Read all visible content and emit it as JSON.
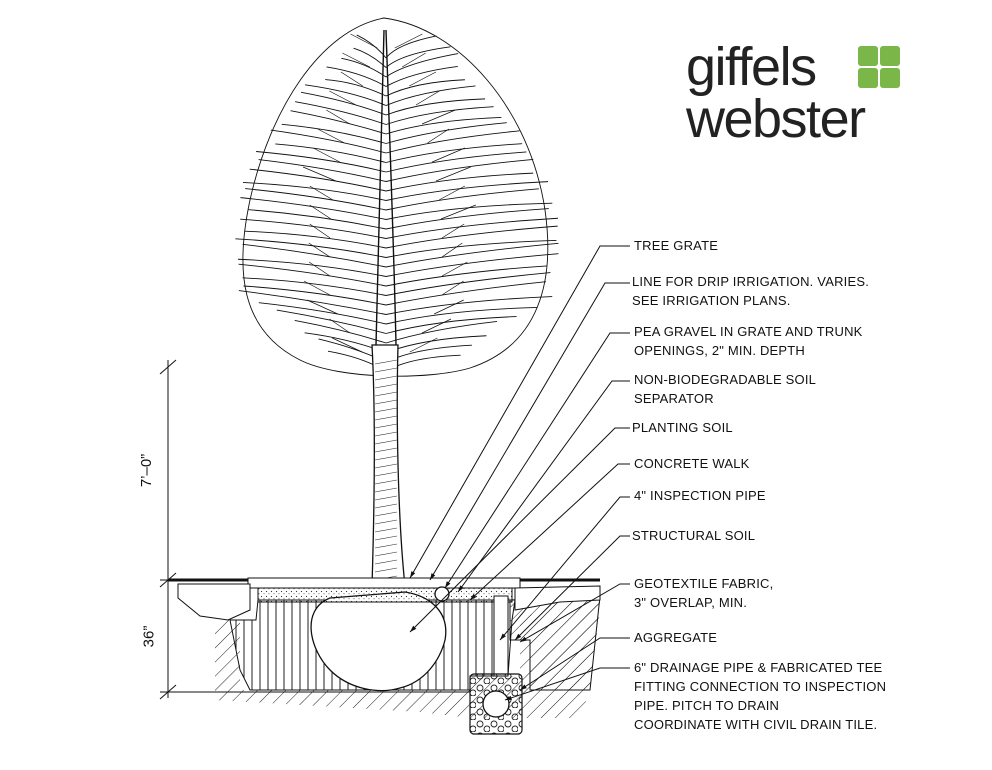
{
  "logo": {
    "line1": "giffels",
    "line2": "webster",
    "mark_color": "#7ab648"
  },
  "dimensions": {
    "tree_height": "7’–0”",
    "soil_depth": "36”"
  },
  "callouts": [
    {
      "id": "tree-grate",
      "text": [
        "TREE GRATE"
      ]
    },
    {
      "id": "drip-irrigation",
      "text": [
        "LINE FOR DRIP IRRIGATION. VARIES.",
        "SEE IRRIGATION PLANS."
      ]
    },
    {
      "id": "pea-gravel",
      "text": [
        "PEA GRAVEL IN GRATE AND  TRUNK",
        "OPENINGS, 2\" MIN. DEPTH"
      ]
    },
    {
      "id": "soil-separator",
      "text": [
        "NON-BIODEGRADABLE SOIL",
        "SEPARATOR"
      ]
    },
    {
      "id": "planting-soil",
      "text": [
        "PLANTING SOIL"
      ]
    },
    {
      "id": "concrete-walk",
      "text": [
        "CONCRETE WALK"
      ]
    },
    {
      "id": "inspection-pipe",
      "text": [
        "4\" INSPECTION PIPE"
      ]
    },
    {
      "id": "structural-soil",
      "text": [
        "STRUCTURAL SOIL"
      ]
    },
    {
      "id": "geotextile",
      "text": [
        "GEOTEXTILE FABRIC,",
        "3\" OVERLAP, MIN."
      ]
    },
    {
      "id": "aggregate",
      "text": [
        "AGGREGATE"
      ]
    },
    {
      "id": "drainage-pipe",
      "text": [
        "6\" DRAINAGE PIPE  & FABRICATED TEE",
        "FITTING CONNECTION TO INSPECTION",
        "PIPE. PITCH TO DRAIN",
        "COORDINATE WITH CIVIL DRAIN TILE."
      ]
    }
  ]
}
